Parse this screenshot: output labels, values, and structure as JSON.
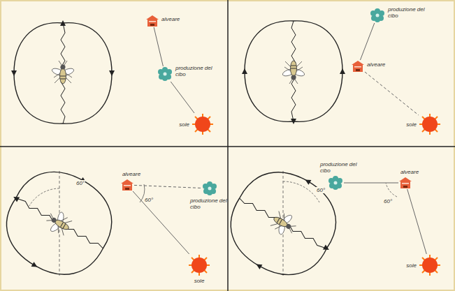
{
  "diagram": {
    "nodes": [
      {
        "text": [
          "alveare"
        ]
      },
      {
        "text": [
          "produzione del cibo"
        ]
      },
      {
        "text": [
          "sole"
        ]
      },
      {
        "text": [
          "produzione del cibo"
        ]
      },
      {
        "text": [
          "alveare"
        ]
      },
      {
        "text": [
          "sole"
        ]
      },
      {
        "text": [
          "alveare"
        ]
      },
      {
        "text": [
          "produzione del cibo"
        ]
      },
      {
        "text": [
          "sole"
        ]
      },
      {
        "text": [
          "produzione del cibo"
        ]
      },
      {
        "text": [
          "alveare"
        ]
      },
      {
        "text": [
          "sole"
        ]
      }
    ],
    "edges": [
      {
        "from": 0,
        "to": 1,
        "arrow": "none"
      },
      {
        "from": 1,
        "to": 2,
        "arrow": "none"
      },
      {
        "from": 3,
        "to": 4,
        "arrow": "none"
      },
      {
        "from": 4,
        "to": 5,
        "arrow": "none"
      },
      {
        "from": 6,
        "to": 7,
        "arrow": "none"
      },
      {
        "from": 6,
        "to": 8,
        "arrow": "none"
      },
      {
        "from": 10,
        "to": 9,
        "arrow": "none"
      },
      {
        "from": 10,
        "to": 11,
        "arrow": "none"
      }
    ],
    "labels": [
      "60°",
      "60°",
      "60°",
      "60°"
    ]
  }
}
